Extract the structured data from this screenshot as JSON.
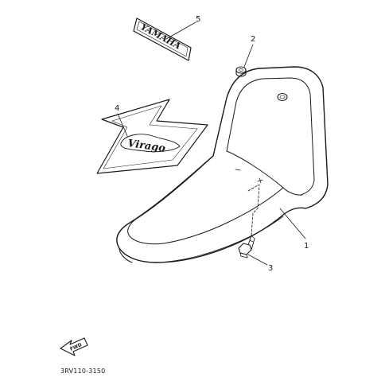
{
  "diagram": {
    "part_code": "3RV110-3150",
    "fwd_label": "FWD",
    "colors": {
      "line": "#1a1a1a",
      "background": "#ffffff"
    },
    "parts": [
      {
        "number": "1",
        "kind": "seat"
      },
      {
        "number": "2",
        "kind": "grommet"
      },
      {
        "number": "3",
        "kind": "bolt"
      },
      {
        "number": "4",
        "kind": "emblem",
        "lettering": "Virago"
      },
      {
        "number": "5",
        "kind": "emblem",
        "lettering": "YAMAHA"
      }
    ]
  }
}
